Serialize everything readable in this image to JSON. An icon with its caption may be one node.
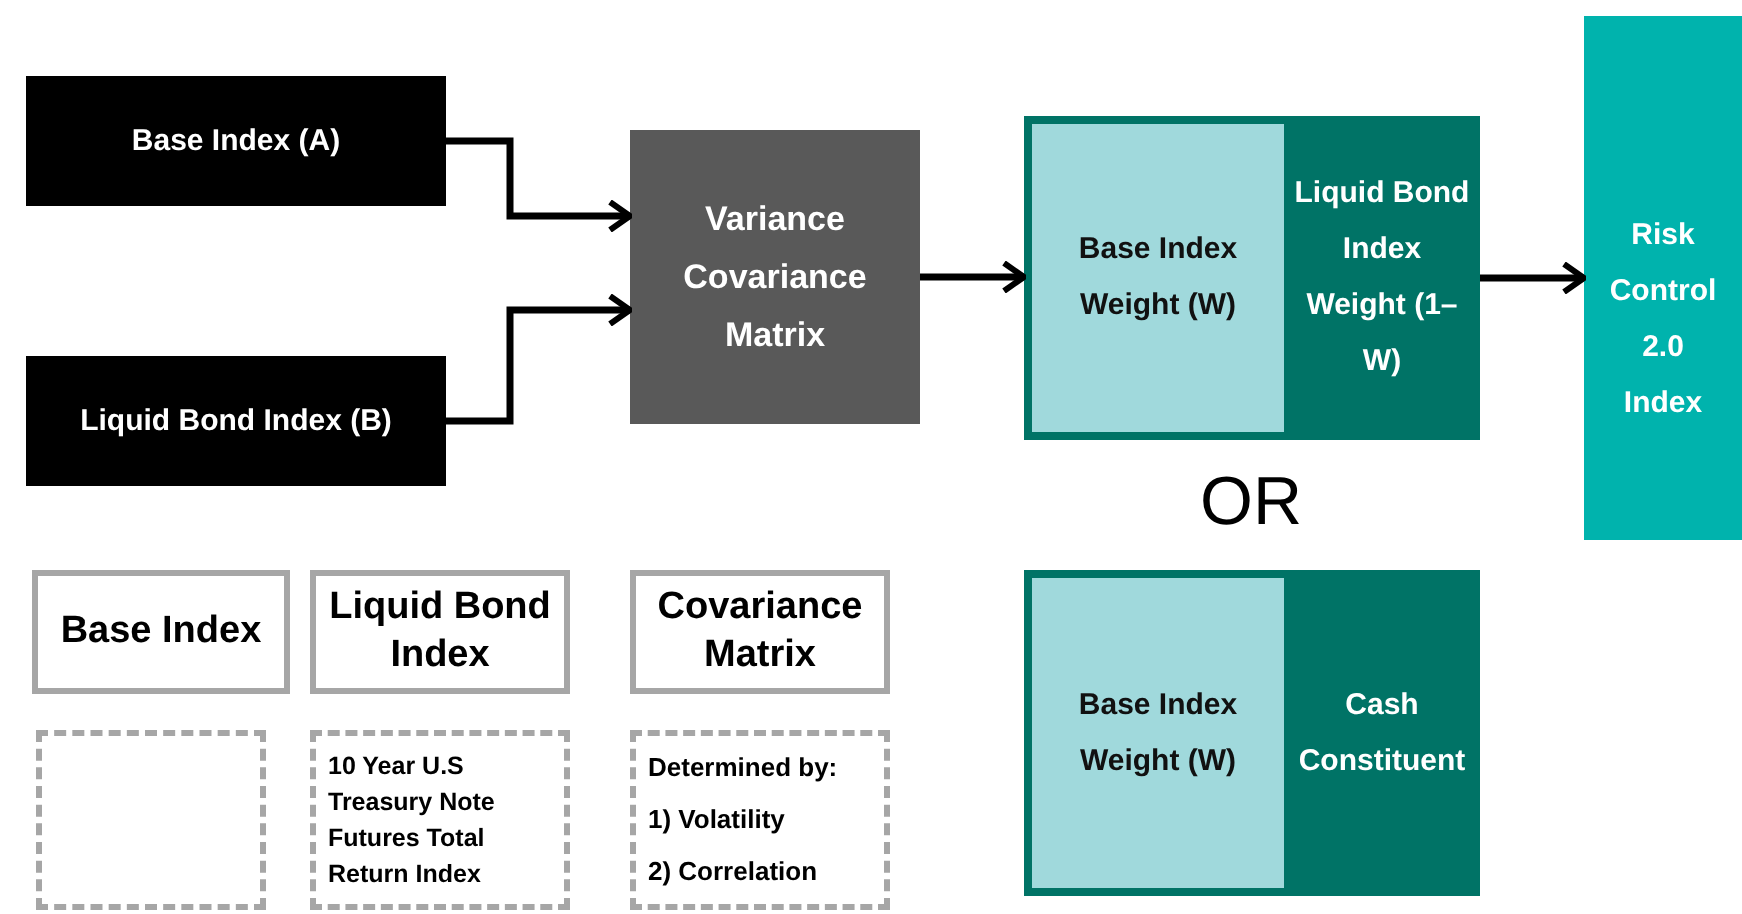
{
  "diagram": {
    "nodes": [
      {
        "text": [
          "Base Index (A)"
        ]
      },
      {
        "text": [
          "Liquid Bond Index (B)"
        ]
      },
      {
        "text": [
          "Variance Covariance Matrix"
        ]
      },
      {
        "text": [
          "Liquid Bond Index Weight (1–W)"
        ]
      },
      {
        "text": [
          "Base Index Weight (W)"
        ],
        "in": 3
      },
      {
        "text": [
          "Risk Control 2.0 Index"
        ]
      },
      {
        "text": [
          "Cash Constituent"
        ]
      },
      {
        "text": [
          "Base Index Weight (W)"
        ],
        "in": 6
      },
      {
        "text": [
          "Base Index"
        ]
      },
      {
        "text": [
          "Liquid Bond Index"
        ]
      },
      {
        "text": [
          "Covariance Matrix"
        ]
      },
      {
        "text": [],
        "shape": "box"
      },
      {
        "text": [
          "10 Year U.S Treasury Note Futures Total Return Index"
        ]
      },
      {
        "text": [
          "Determined by:",
          "1) Volatility",
          "2) Correlation"
        ]
      }
    ],
    "edges": [
      {
        "from": 0,
        "to": 2,
        "arrow": "to"
      },
      {
        "from": 1,
        "to": 2,
        "arrow": "to"
      },
      {
        "from": 2,
        "to": 3,
        "arrow": "to"
      },
      {
        "from": 3,
        "to": 5,
        "arrow": "to"
      }
    ],
    "labels": [
      "OR"
    ]
  }
}
